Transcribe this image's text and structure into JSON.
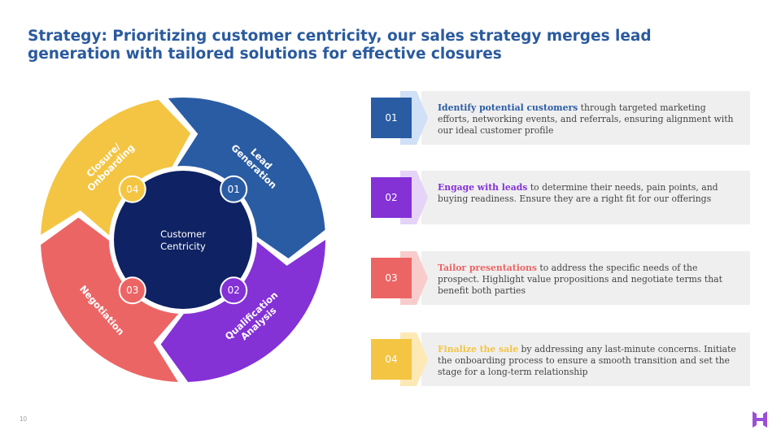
{
  "title": "Strategy: Prioritizing customer centricity, our sales strategy merges lead generation with tailored solutions for effective closures",
  "center": {
    "line1": "Customer",
    "line2": "Centricity"
  },
  "segments": [
    {
      "num": "01",
      "line1": "Lead",
      "line2": "Generation",
      "color": "#2a5ca4"
    },
    {
      "num": "02",
      "line1": "Qualification",
      "line2": "Analysis",
      "color": "#8431d6"
    },
    {
      "num": "03",
      "line1": "Negotiation",
      "line2": "",
      "color": "#ec6565"
    },
    {
      "num": "04",
      "line1": "Closure/",
      "line2": "Onboarding",
      "color": "#f4c542"
    }
  ],
  "steps": [
    {
      "num": "01",
      "highlight": "Identify potential customers",
      "rest": " through targeted marketing efforts, networking events, and referrals, ensuring alignment with our ideal customer profile",
      "color": "#2a5ca4",
      "light": "#cfe0f7"
    },
    {
      "num": "02",
      "highlight": "Engage with leads",
      "rest": " to determine their needs, pain points, and buying readiness. Ensure they are a right fit for our offerings",
      "color": "#8431d6",
      "light": "#e5d3f8"
    },
    {
      "num": "03",
      "highlight": "Tailor presentations",
      "rest": " to address the specific needs of the prospect. Highlight value propositions and negotiate terms that benefit both parties",
      "color": "#ec6565",
      "light": "#f9cccc"
    },
    {
      "num": "04",
      "highlight": "Finalize the sale",
      "rest": " by addressing any last-minute concerns. Initiate the onboarding process to ensure a smooth transition and set the stage for a long-term relationship",
      "color": "#f4c542",
      "light": "#fce9b5"
    }
  ],
  "page_number": "10",
  "logo_icon": "brand-logo-icon"
}
